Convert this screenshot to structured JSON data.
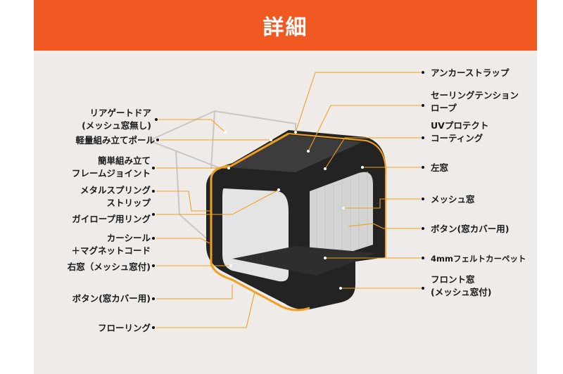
{
  "header": {
    "title": "詳細"
  },
  "colors": {
    "accent": "#f05a22",
    "panel": "#efebe8",
    "leader": "#f0a020"
  },
  "labels_left": [
    {
      "id": "rear-gate-door",
      "line1": "リアゲートドア",
      "line2": "(メッシュ窓無し)"
    },
    {
      "id": "lightweight-pole",
      "line1": "軽量組み立てポール",
      "line2": ""
    },
    {
      "id": "frame-joint",
      "line1": "簡単組み立て",
      "line2": "フレームジョイント"
    },
    {
      "id": "metal-spring-strip",
      "line1": "メタルスプリング",
      "line2": "ストリップ"
    },
    {
      "id": "guy-rope-ring",
      "line1": "ガイロープ用リング",
      "line2": ""
    },
    {
      "id": "car-seal",
      "line1": "カーシール",
      "line2": "＋マグネットコード"
    },
    {
      "id": "right-window",
      "line1": "右窓（メッシュ窓付)",
      "line2": ""
    },
    {
      "id": "button-left",
      "line1": "ボタン(窓カバー用)",
      "line2": ""
    },
    {
      "id": "flooring",
      "line1": "フローリング",
      "line2": ""
    }
  ],
  "labels_right": [
    {
      "id": "anchor-strap",
      "line1": "アンカーストラップ",
      "line2": ""
    },
    {
      "id": "sailing-rope",
      "line1": "セーリングテンション",
      "line2": "ロープ"
    },
    {
      "id": "uv-coating",
      "line1": "UVプロテクト",
      "line2": "コーティング"
    },
    {
      "id": "left-window",
      "line1": "左窓",
      "line2": ""
    },
    {
      "id": "mesh-window",
      "line1": "メッシュ窓",
      "line2": ""
    },
    {
      "id": "button-right",
      "line1": "ボタン(窓カバー用)",
      "line2": ""
    },
    {
      "id": "felt-carpet",
      "line1": "4mmフェルトカーペット",
      "line2": ""
    },
    {
      "id": "front-window",
      "line1": "フロント窓",
      "line2": "(メッシュ窓付)"
    }
  ]
}
